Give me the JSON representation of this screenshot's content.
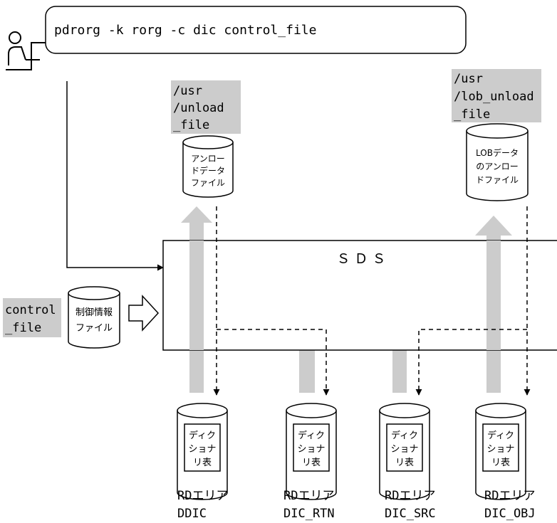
{
  "command": {
    "text": "pdrorg -k rorg -c dic control_file"
  },
  "unload_path": {
    "line1": "/usr",
    "line2": "/unload",
    "line3": "_file"
  },
  "unload_file": {
    "line1": "アンロー",
    "line2": "ドデータ",
    "line3": "ファイル"
  },
  "lob_path": {
    "line1": "/usr",
    "line2": "/lob_unload",
    "line3": "_file"
  },
  "lob_file": {
    "line1": "LOBデータ",
    "line2": "のアンロー",
    "line3": "ドファイル"
  },
  "sds": {
    "label": "ＳＤＳ"
  },
  "control": {
    "line1": "control",
    "line2": "_file"
  },
  "control_file": {
    "line1": "制御情報",
    "line2": "ファイル"
  },
  "rdareas": [
    {
      "table_line1": "ディク",
      "table_line2": "ショナ",
      "table_line3": "リ表",
      "area_label": "RDエリア",
      "area_name": "DDIC"
    },
    {
      "table_line1": "ディク",
      "table_line2": "ショナ",
      "table_line3": "リ表",
      "area_label": "RDエリア",
      "area_name": "DIC_RTN"
    },
    {
      "table_line1": "ディク",
      "table_line2": "ショナ",
      "table_line3": "リ表",
      "area_label": "RDエリア",
      "area_name": "DIC_SRC"
    },
    {
      "table_line1": "ディク",
      "table_line2": "ショナ",
      "table_line3": "リ表",
      "area_label": "RDエリア",
      "area_name": "DIC_OBJ"
    }
  ],
  "colors": {
    "highlight": "#cccccc",
    "line": "#000000",
    "background": "#ffffff"
  }
}
